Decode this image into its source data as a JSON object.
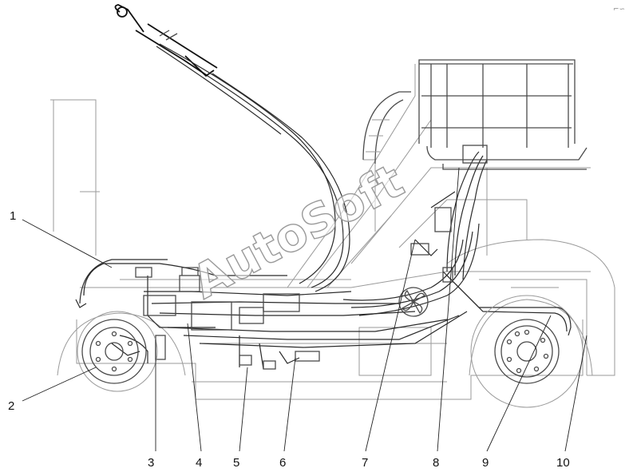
{
  "watermark": "AutoSoft",
  "corner_mark": "⌐∽",
  "callouts": [
    "1",
    "2",
    "3",
    "4",
    "5",
    "6",
    "7",
    "8",
    "9",
    "10"
  ]
}
